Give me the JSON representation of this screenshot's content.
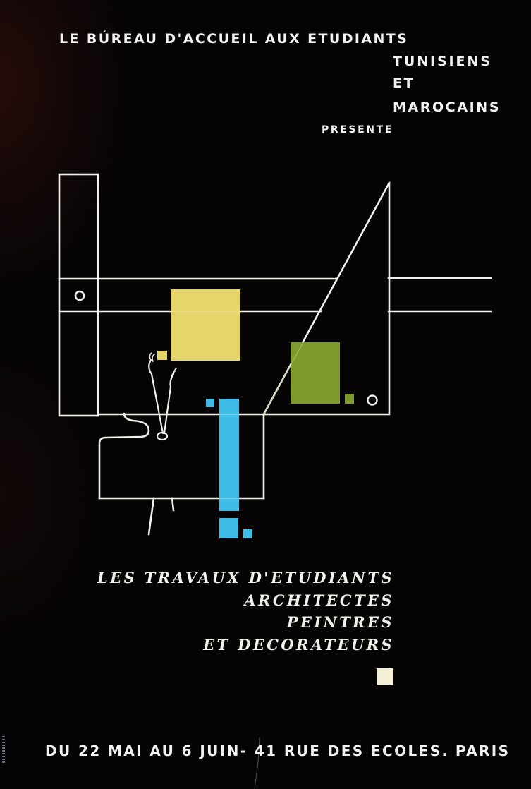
{
  "poster": {
    "header": {
      "line1": "LE BÚREAU D'ACCUEIL AUX ETUDIANTS",
      "line2": "TUNISIENS",
      "line3": "ET",
      "line4": "MAROCAINS",
      "line5": "PRESENTE"
    },
    "subtitle": {
      "line1": "LES TRAVAUX D'ETUDIANTS",
      "line2": "ARCHITECTES",
      "line3": "PEINTRES",
      "line4": "ET DECORATEURS"
    },
    "footer": {
      "info": "DU 22 MAI AU 6 JUIN- 41 RUE DES ECOLES. PARIS"
    },
    "colors": {
      "background": "#060405",
      "line": "#f2f0ea",
      "yellow": "#e6d56a",
      "green": "#7e9a2c",
      "blue": "#3fbde6",
      "cream": "#f5f0d8"
    }
  }
}
